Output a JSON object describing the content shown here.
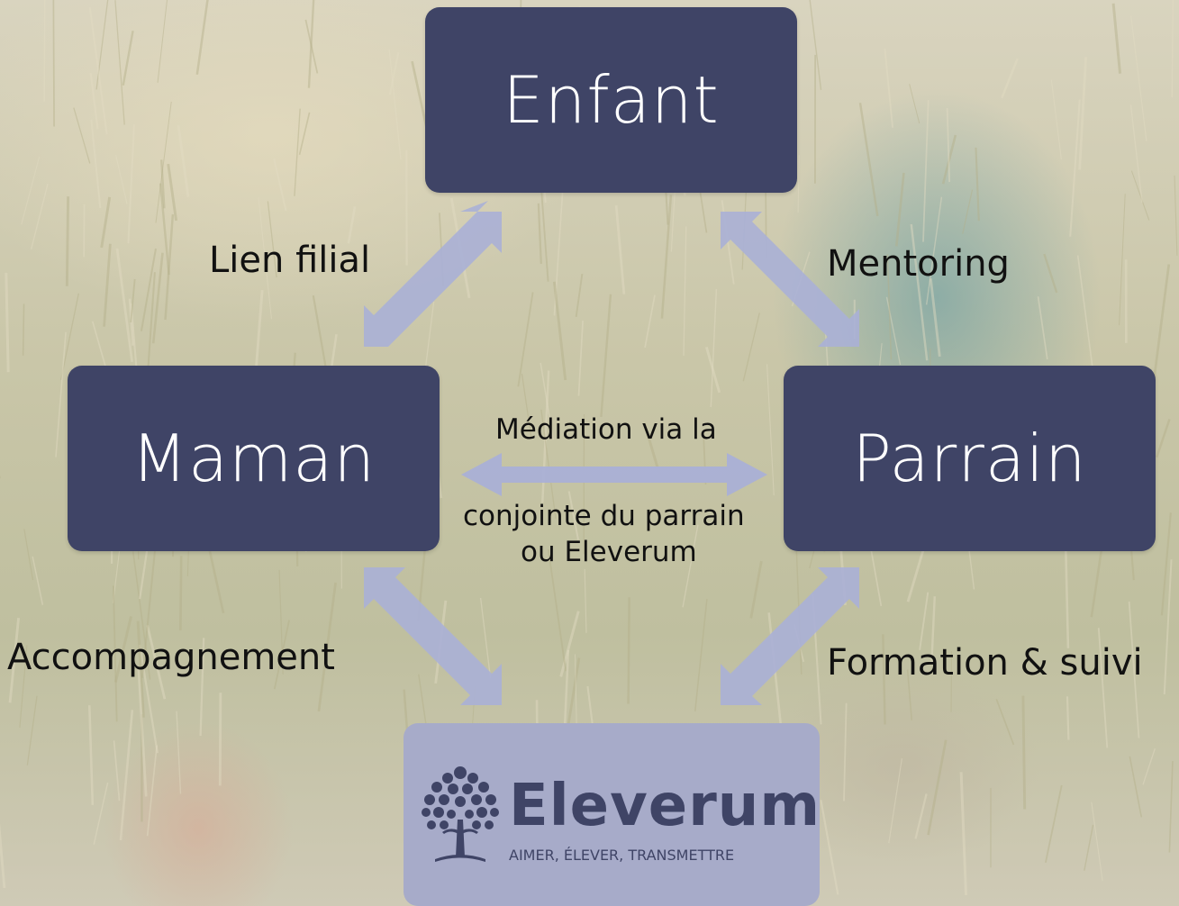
{
  "nodes": {
    "enfant": "Enfant",
    "maman": "Maman",
    "parrain": "Parrain"
  },
  "relations": {
    "lien_filial": "Lien filial",
    "mentoring": "Mentoring",
    "mediation_line1": "Médiation via la",
    "mediation_line2": "conjointe du parrain",
    "mediation_line3": "ou Eleverum",
    "accompagnement": "Accompagnement",
    "formation": "Formation & suivi"
  },
  "logo": {
    "wordmark": "Eleverum",
    "tagline": "AIMER, ÉLEVER, TRANSMETTRE"
  },
  "colors": {
    "node_fill": "#3f4466",
    "arrow_fill": "#aab0d6",
    "logo_box": "#a7abc9"
  }
}
